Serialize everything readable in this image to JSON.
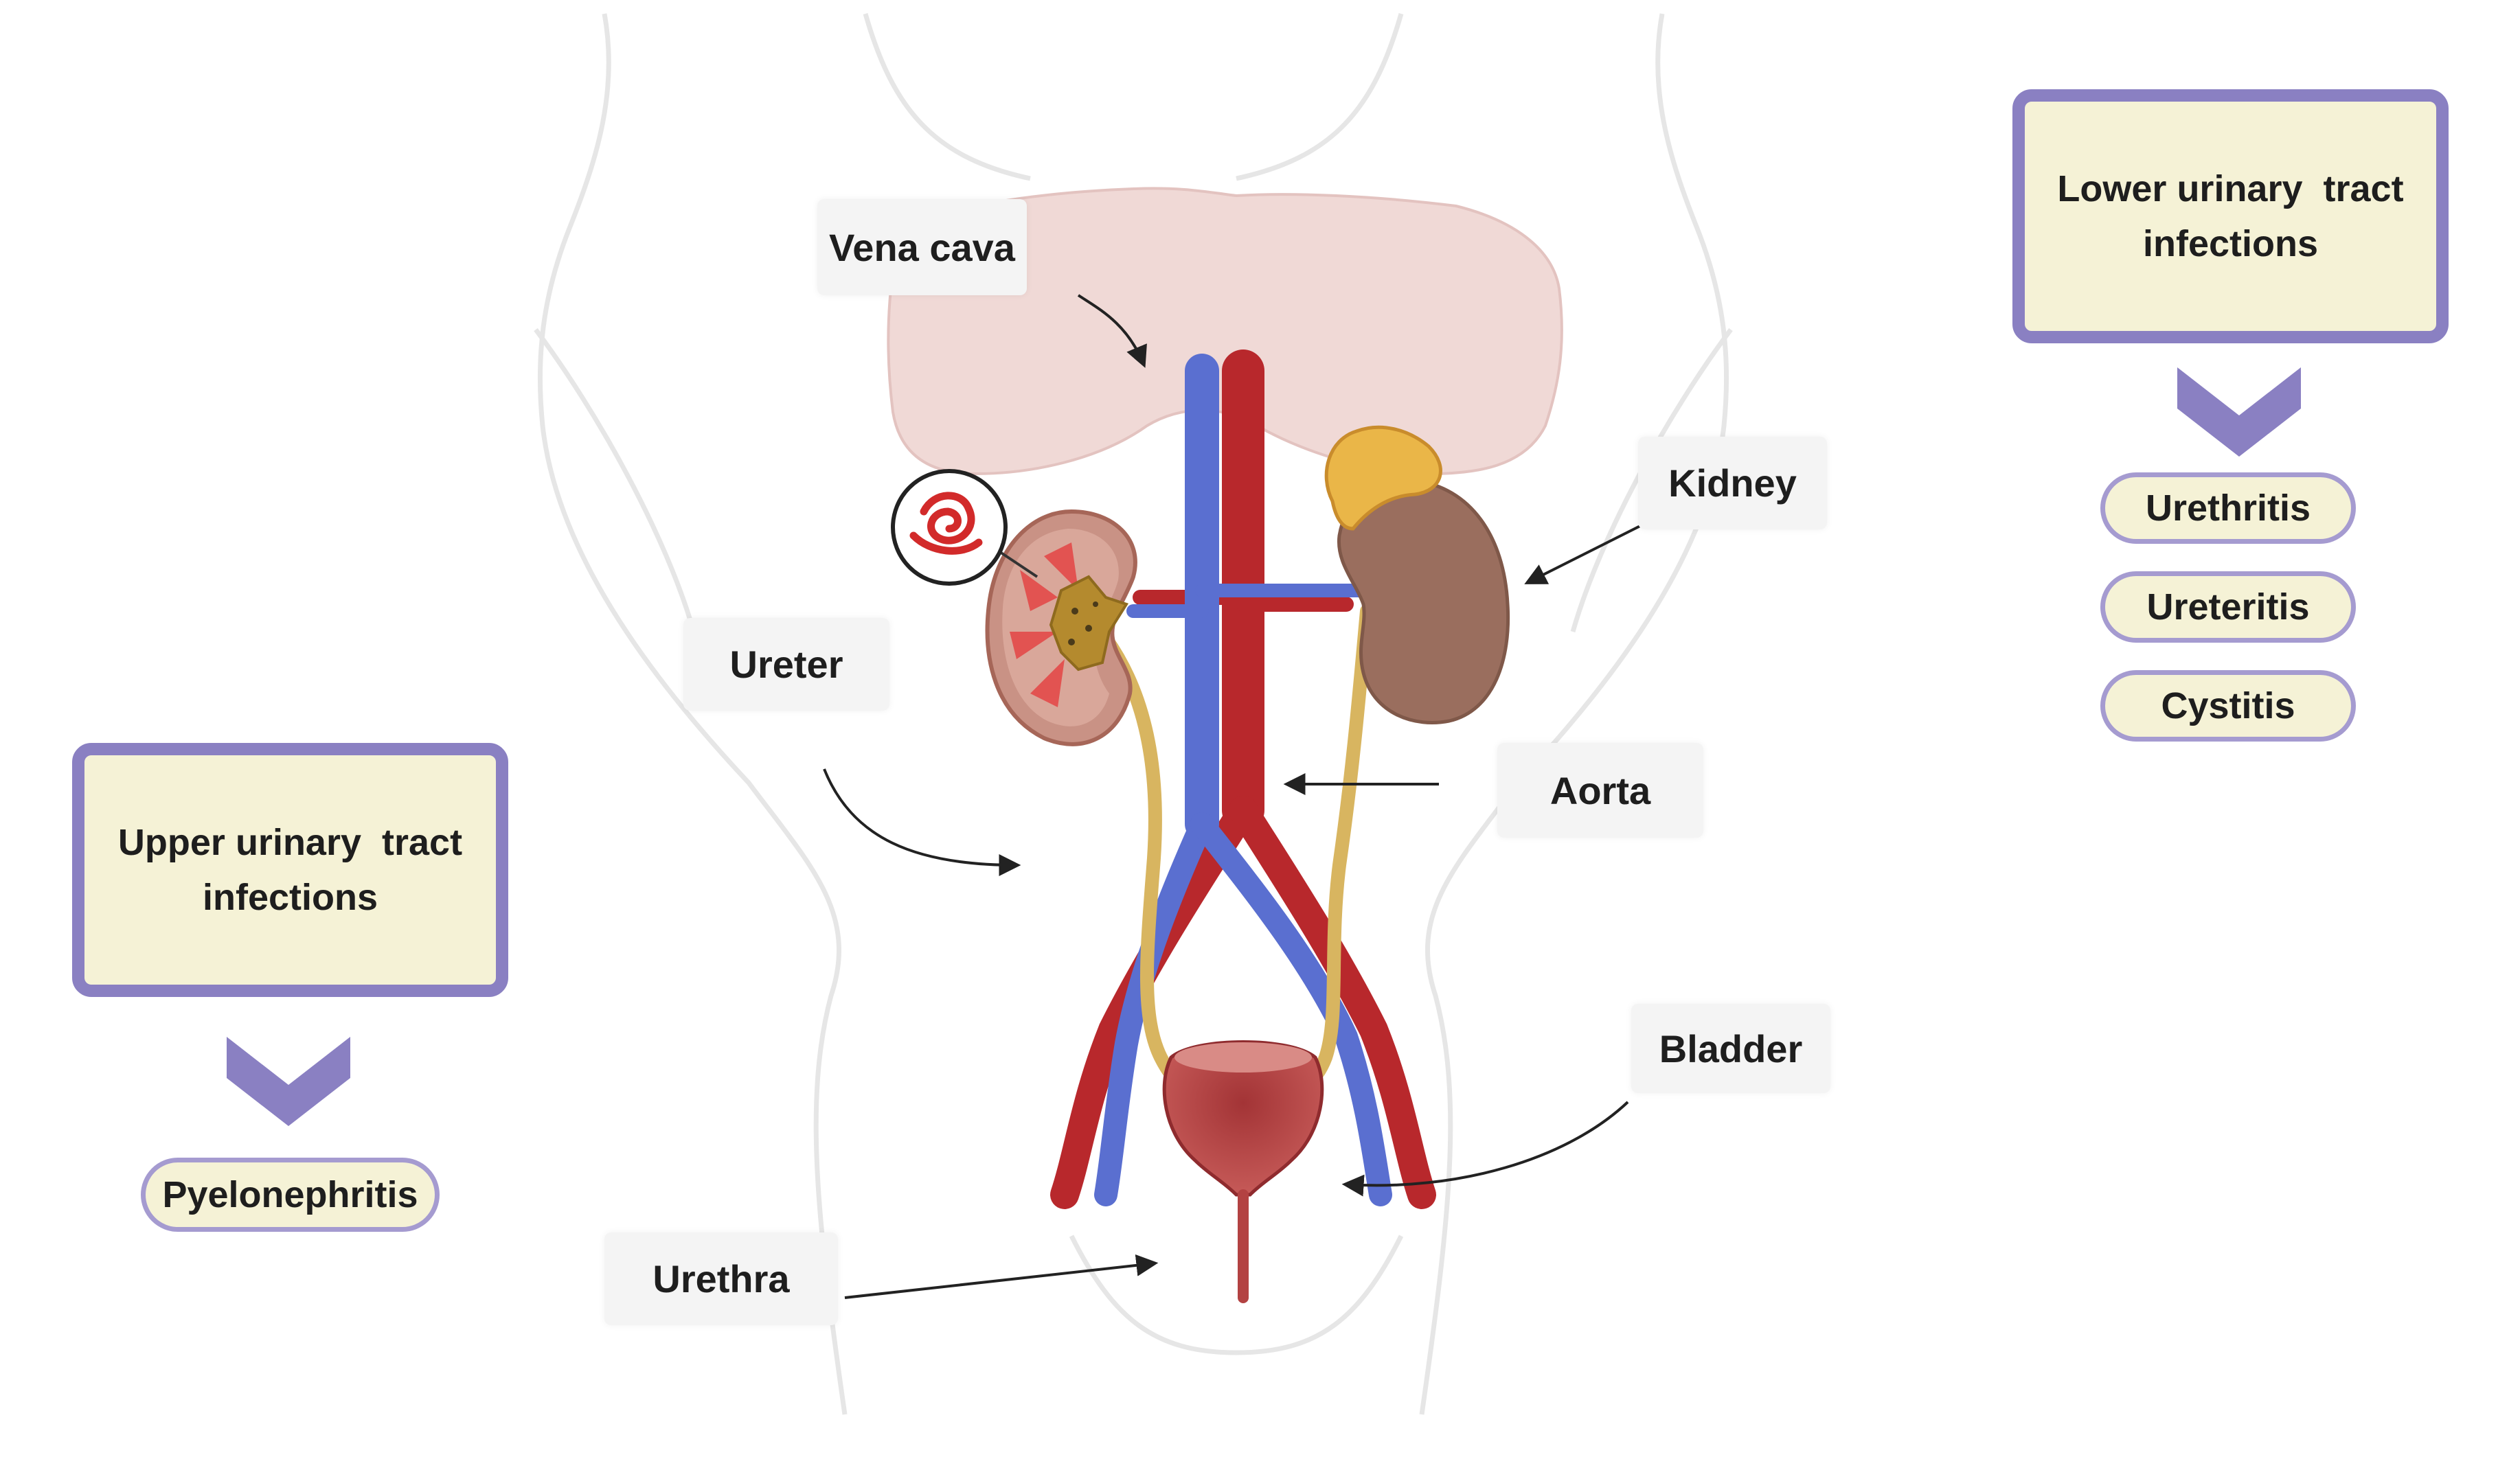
{
  "labels": {
    "vena_cava": "Vena cava",
    "kidney": "Kidney",
    "ureter": "Ureter",
    "aorta": "Aorta",
    "bladder": "Bladder",
    "urethra": "Urethra"
  },
  "upper": {
    "title_line1": "Upper urinary  tract",
    "title_line2": "infections",
    "items": [
      "Pyelonephritis"
    ]
  },
  "lower": {
    "title_line1": "Lower urinary  tract",
    "title_line2": "infections",
    "items": [
      "Urethritis",
      "Ureteritis",
      "Cystitis"
    ]
  },
  "colors": {
    "category_border": "#8a80c2",
    "category_fill": "#f5f2d6",
    "artery": "#b8282c",
    "vein": "#5a6fd0",
    "ureter": "#d8b560",
    "kidney": "#9a6e5e",
    "diaphragm": "#f0d9d6"
  }
}
